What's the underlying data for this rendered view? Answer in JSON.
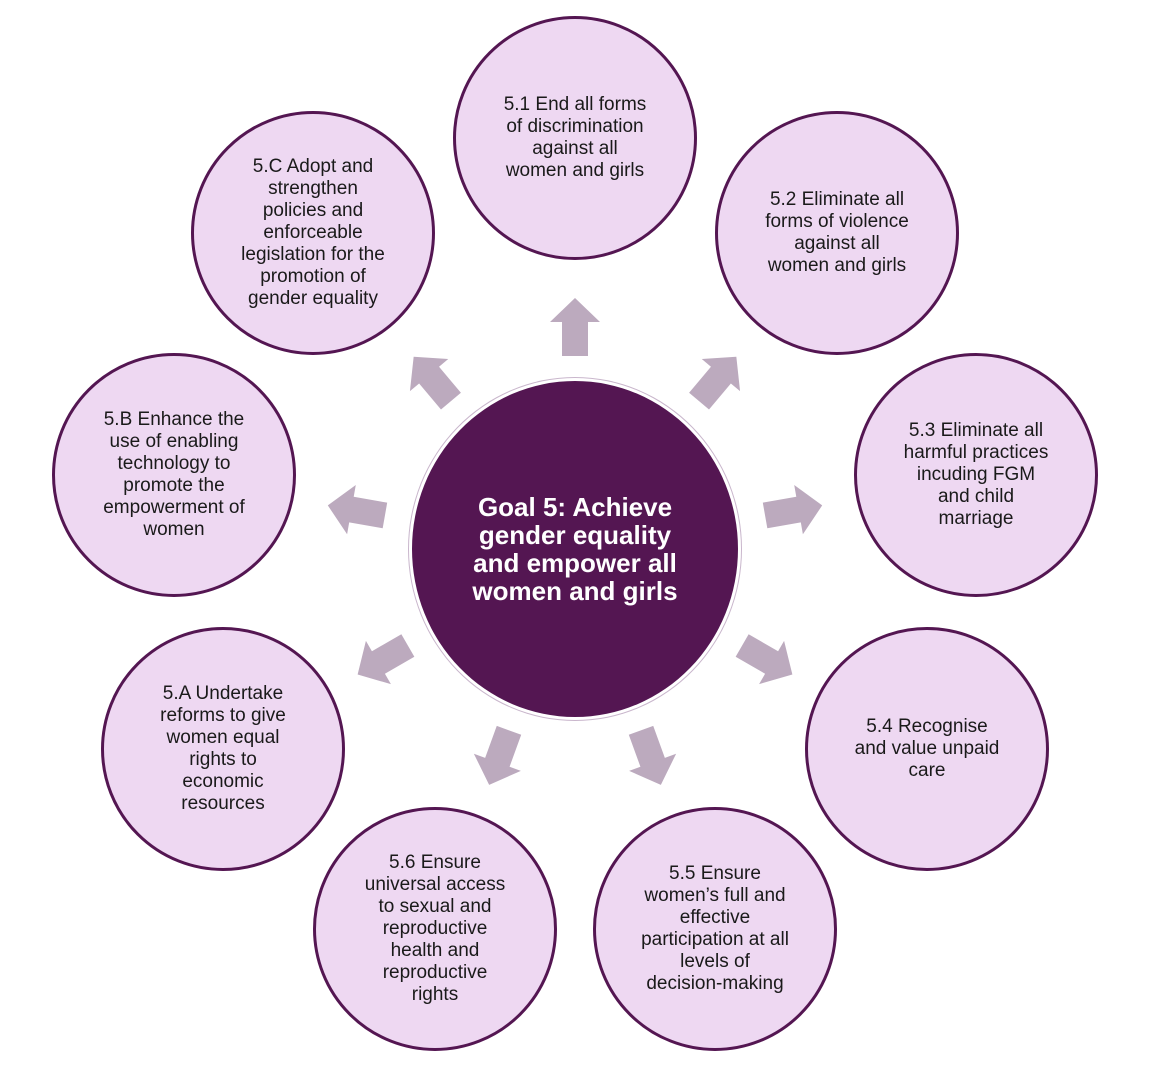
{
  "colors": {
    "goal_fill": "#541652",
    "target_fill": "#eed8f2",
    "target_border": "#541652",
    "arrow": "#bcaabe",
    "text": "#1a1a1a"
  },
  "goal": {
    "label": "Goal 5: Achieve\ngender equality\nand empower all\nwomen and girls"
  },
  "targets": {
    "t51": "5.1 End all forms\nof discrimination\nagainst all\nwomen and girls",
    "t52": "5.2 Eliminate all\nforms of violence\nagainst all\nwomen and girls",
    "t53": "5.3 Eliminate all\nharmful practices\nincuding FGM\nand child\nmarriage",
    "t54": "5.4 Recognise\nand value unpaid\ncare",
    "t55": "5.5 Ensure\nwomen’s full and\neffective\nparticipation at all\nlevels of\ndecision-making",
    "t56": "5.6 Ensure\nuniversal access\nto sexual and\nreproductive\nhealth and\nreproductive\nrights",
    "t5a": "5.A Undertake\nreforms to give\nwomen equal\nrights to\neconomic\nresources",
    "t5b": "5.B Enhance the\nuse of enabling\ntechnology to\npromote the\nempowerment of\nwomen",
    "t5c": "5.C Adopt and\nstrengthen\npolicies and\nenforceable\nlegislation for the\npromotion of\ngender equality"
  },
  "icons": {
    "arrow": "outward-arrow-icon"
  }
}
